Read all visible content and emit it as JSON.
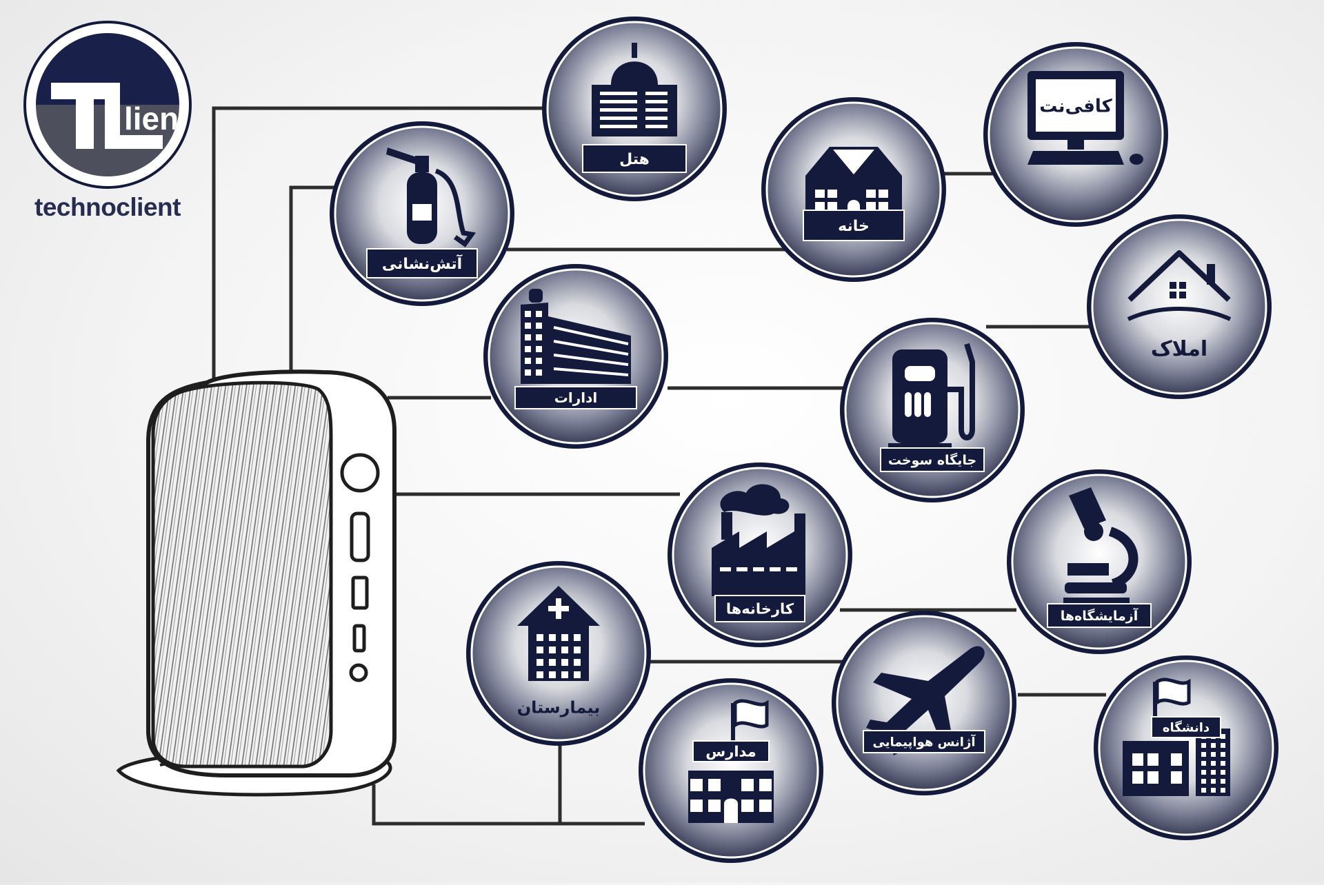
{
  "brand": {
    "name": "technoclient",
    "mark_letters_primary": "T",
    "mark_letters_secondary": "lienT"
  },
  "colors": {
    "navy": "#141a3c",
    "steel": "#6b7086",
    "line": "#2d2d2d",
    "paper": "#f4f4f4"
  },
  "center_device": {
    "icon": "thin-client-device-icon"
  },
  "nodes": [
    {
      "id": "hotel",
      "label": "هتل",
      "icon": "hotel-building-icon"
    },
    {
      "id": "fire",
      "label": "آتش‌نشانی",
      "icon": "fire-extinguisher-icon"
    },
    {
      "id": "home",
      "label": "خانه",
      "icon": "house-icon"
    },
    {
      "id": "cafe",
      "label": "کافی‌نت",
      "icon": "computer-monitor-icon"
    },
    {
      "id": "realestate",
      "label": "املاک",
      "icon": "roof-house-icon"
    },
    {
      "id": "offices",
      "label": "ادارات",
      "icon": "office-building-icon"
    },
    {
      "id": "fuel",
      "label": "جایگاه سوخت",
      "icon": "fuel-pump-icon"
    },
    {
      "id": "factory",
      "label": "کارخانه‌ها",
      "icon": "factory-icon"
    },
    {
      "id": "labs",
      "label": "آزمایشگاه‌ها",
      "icon": "microscope-icon"
    },
    {
      "id": "hospital",
      "label": "بیمارستان",
      "icon": "hospital-icon"
    },
    {
      "id": "airline",
      "label": "آژانس هواپیمایی",
      "icon": "airplane-icon"
    },
    {
      "id": "schools",
      "label": "مدارس",
      "icon": "school-icon"
    },
    {
      "id": "university",
      "label": "دانشگاه",
      "icon": "university-icon"
    }
  ]
}
